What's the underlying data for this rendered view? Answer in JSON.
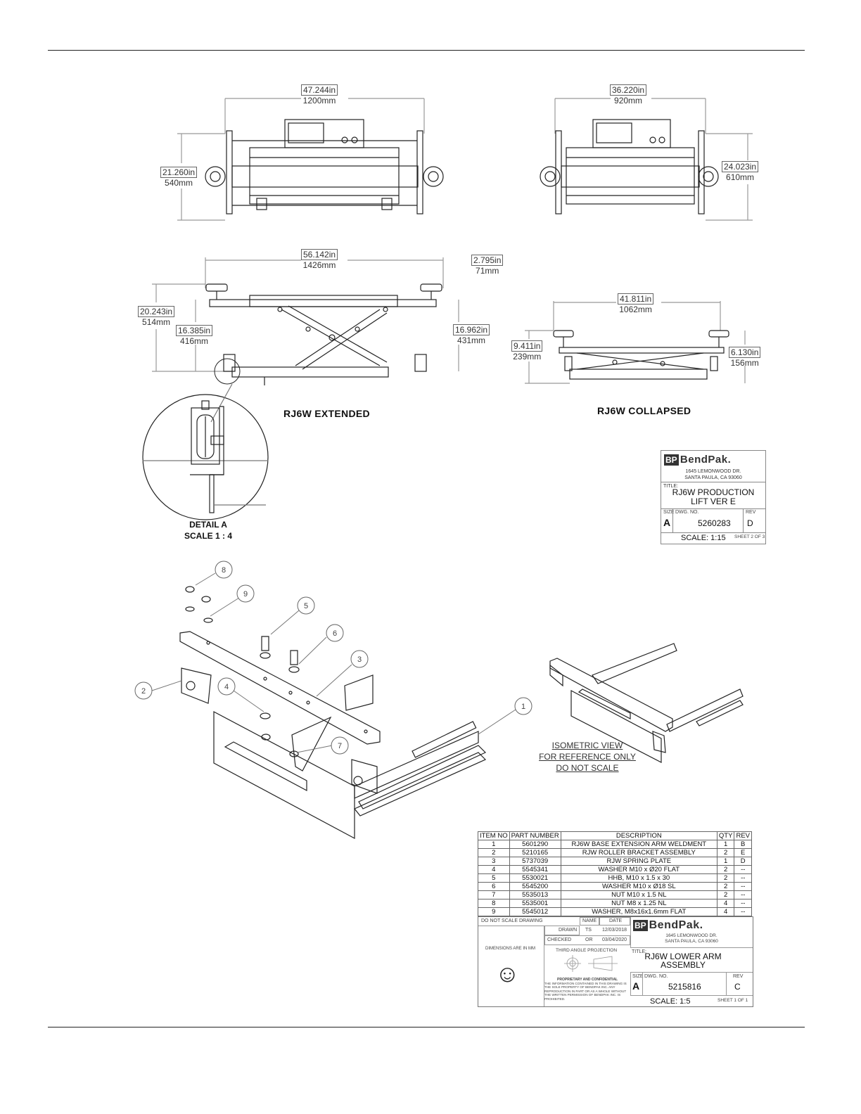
{
  "views": {
    "top_extended": {
      "dim_width_in": "47.244in",
      "dim_width_mm": "1200mm",
      "dim_height_in": "21.260in",
      "dim_height_mm": "540mm"
    },
    "top_collapsed": {
      "dim_width_in": "36.220in",
      "dim_width_mm": "920mm",
      "dim_height_in": "24.023in",
      "dim_height_mm": "610mm"
    },
    "side_extended": {
      "label": "RJ6W EXTENDED",
      "dim_width_in": "56.142in",
      "dim_width_mm": "1426mm",
      "dim_pad_in": "2.795in",
      "dim_pad_mm": "71mm",
      "dim_total_in": "20.243in",
      "dim_total_mm": "514mm",
      "dim_left_in": "16.385in",
      "dim_left_mm": "416mm",
      "dim_right_in": "16.962in",
      "dim_right_mm": "431mm"
    },
    "side_collapsed": {
      "label": "RJ6W COLLAPSED",
      "dim_width_in": "41.811in",
      "dim_width_mm": "1062mm",
      "dim_left_in": "9.411in",
      "dim_left_mm": "239mm",
      "dim_right_in": "6.130in",
      "dim_right_mm": "156mm"
    },
    "detail": {
      "line1": "DETAIL A",
      "line2": "SCALE 1 : 4"
    },
    "isometric_note": {
      "line1": "ISOMETRIC VIEW",
      "line2": "FOR REFERENCE ONLY",
      "line3": "DO NOT SCALE"
    }
  },
  "balloons": [
    "1",
    "2",
    "3",
    "4",
    "5",
    "6",
    "7",
    "8",
    "9"
  ],
  "title_block_1": {
    "brand": "BendPak.",
    "address1": "1645 LEMONWOOD DR.",
    "address2": "SANTA PAULA, CA 93060",
    "title_label": "TITLE:",
    "title1": "RJ6W PRODUCTION",
    "title2": "LIFT VER E",
    "size_label": "SIZE",
    "size": "A",
    "dwg_label": "DWG. NO.",
    "dwg_no": "5260283",
    "rev_label": "REV",
    "rev": "D",
    "scale": "SCALE: 1:15",
    "sheet": "SHEET 2 OF 3"
  },
  "parts_table": {
    "headers": [
      "ITEM NO",
      "PART NUMBER",
      "DESCRIPTION",
      "QTY",
      "REV"
    ],
    "rows": [
      [
        "1",
        "5601290",
        "RJ6W BASE EXTENSION ARM WELDMENT",
        "1",
        "B"
      ],
      [
        "2",
        "5210165",
        "RJW ROLLER BRACKET ASSEMBLY",
        "2",
        "E"
      ],
      [
        "3",
        "5737039",
        "RJW SPRING PLATE",
        "1",
        "D"
      ],
      [
        "4",
        "5545341",
        "WASHER M10 x Ø20 FLAT",
        "2",
        "--"
      ],
      [
        "5",
        "5530021",
        "HHB, M10 x 1.5 x 30",
        "2",
        "--"
      ],
      [
        "6",
        "5545200",
        "WASHER M10 x Ø18 SL",
        "2",
        "--"
      ],
      [
        "7",
        "5535013",
        "NUT M10 x 1.5 NL",
        "2",
        "--"
      ],
      [
        "8",
        "5535001",
        "NUT M8 x 1.25 NL",
        "4",
        "--"
      ],
      [
        "9",
        "5545012",
        "WASHER, M8x16x1.6mm FLAT",
        "4",
        "--"
      ]
    ]
  },
  "title_block_2": {
    "do_not_scale": "DO NOT SCALE DRAWING",
    "name_label": "NAME",
    "date_label": "DATE",
    "drawn_label": "DRAWN",
    "drawn_name": "TS",
    "drawn_date": "12/03/2018",
    "checked_label": "CHECKED",
    "checked_name": "OR",
    "checked_date": "03/04/2020",
    "dimensions_note": "DIMENSIONS ARE IN MM",
    "projection": "THIRD ANGLE PROJECTION",
    "proprietary_title": "PROPRIETARY AND CONFIDENTIAL",
    "proprietary_text": "THE INFORMATION CONTAINED IN THIS DRAWING IS THE SOLE PROPERTY OF BENDPAK INC. ANY REPRODUCTION IN PART OR AS A WHOLE WITHOUT THE WRITTEN PERMISSION OF BENDPAK INC. IS PROHIBITED.",
    "brand": "BendPak.",
    "address1": "1645 LEMONWOOD DR.",
    "address2": "SANTA PAULA, CA 93060",
    "title_label": "TITLE:",
    "title1": "RJ6W LOWER ARM",
    "title2": "ASSEMBLY",
    "size_label": "SIZE",
    "size": "A",
    "dwg_label": "DWG. NO.",
    "dwg_no": "5215816",
    "rev_label": "REV",
    "rev": "C",
    "scale": "SCALE: 1:5",
    "sheet": "SHEET 1 OF 1"
  }
}
